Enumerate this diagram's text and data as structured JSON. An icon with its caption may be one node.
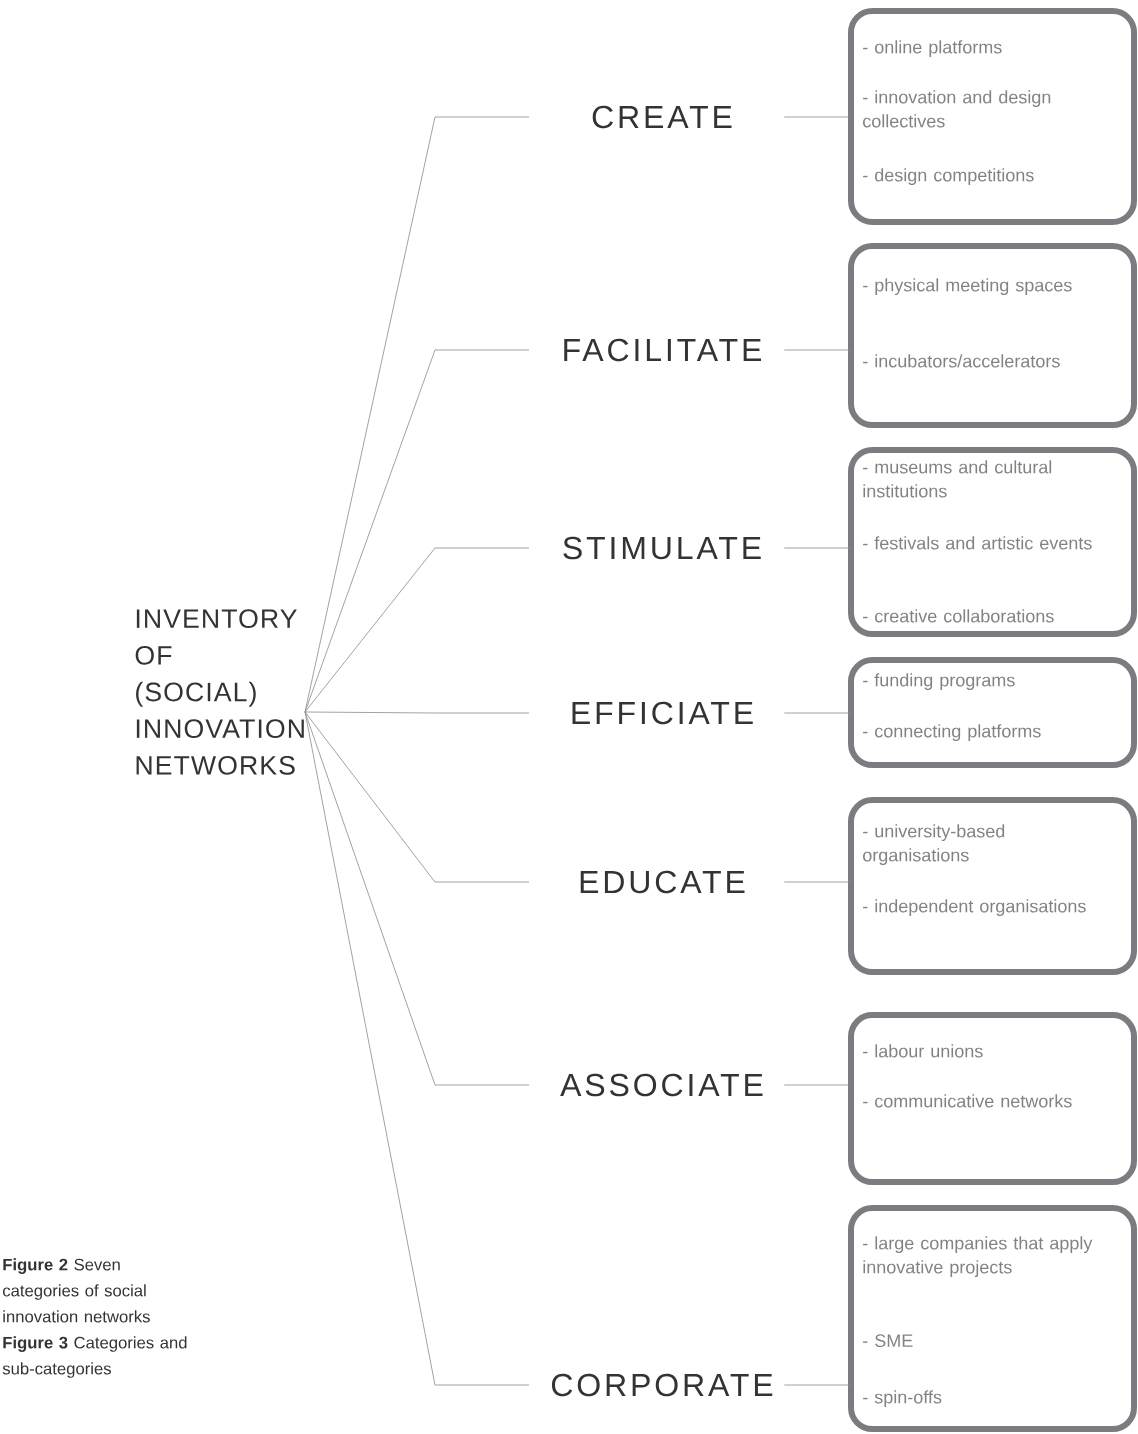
{
  "diagram": {
    "caption": "**Figure 2** Seven categories of social innovation networks **Figure 3** Categories and sub-categories",
    "nodes": [
      {
        "text": [
          "INVENTORY OF (SOCIAL) INNOVATION NETWORKS"
        ]
      },
      {
        "text": [
          "CREATE"
        ]
      },
      {
        "text": [
          "FACILITATE"
        ]
      },
      {
        "text": [
          "STIMULATE"
        ]
      },
      {
        "text": [
          "EFFICIATE"
        ]
      },
      {
        "text": [
          "EDUCATE"
        ]
      },
      {
        "text": [
          "ASSOCIATE"
        ]
      },
      {
        "text": [
          "CORPORATE"
        ]
      },
      {
        "text": [
          "- online platforms",
          "- innovation and design collectives",
          "- design competitions"
        ]
      },
      {
        "text": [
          "- physical meeting spaces",
          "- incubators/accelerators"
        ]
      },
      {
        "text": [
          "- museums and cultural institutions",
          "- festivals and artistic events",
          "- creative collaborations"
        ]
      },
      {
        "text": [
          "- funding programs",
          "- connecting platforms"
        ]
      },
      {
        "text": [
          "- university-based organisations",
          "- independent organisations"
        ]
      },
      {
        "text": [
          "- labour unions",
          "- communicative networks"
        ]
      },
      {
        "text": [
          "- large companies that apply innovative projects",
          "- SME",
          "- spin-offs"
        ]
      }
    ],
    "edges": [
      {
        "from": 0,
        "to": 1,
        "arrow": "none"
      },
      {
        "from": 0,
        "to": 2,
        "arrow": "none"
      },
      {
        "from": 0,
        "to": 3,
        "arrow": "none"
      },
      {
        "from": 0,
        "to": 4,
        "arrow": "none"
      },
      {
        "from": 0,
        "to": 5,
        "arrow": "none"
      },
      {
        "from": 0,
        "to": 6,
        "arrow": "none"
      },
      {
        "from": 0,
        "to": 7,
        "arrow": "none"
      },
      {
        "from": 1,
        "to": 8,
        "arrow": "none"
      },
      {
        "from": 2,
        "to": 9,
        "arrow": "none"
      },
      {
        "from": 3,
        "to": 10,
        "arrow": "none"
      },
      {
        "from": 4,
        "to": 11,
        "arrow": "none"
      },
      {
        "from": 5,
        "to": 12,
        "arrow": "none"
      },
      {
        "from": 6,
        "to": 13,
        "arrow": "none"
      },
      {
        "from": 7,
        "to": 14,
        "arrow": "none"
      }
    ]
  }
}
